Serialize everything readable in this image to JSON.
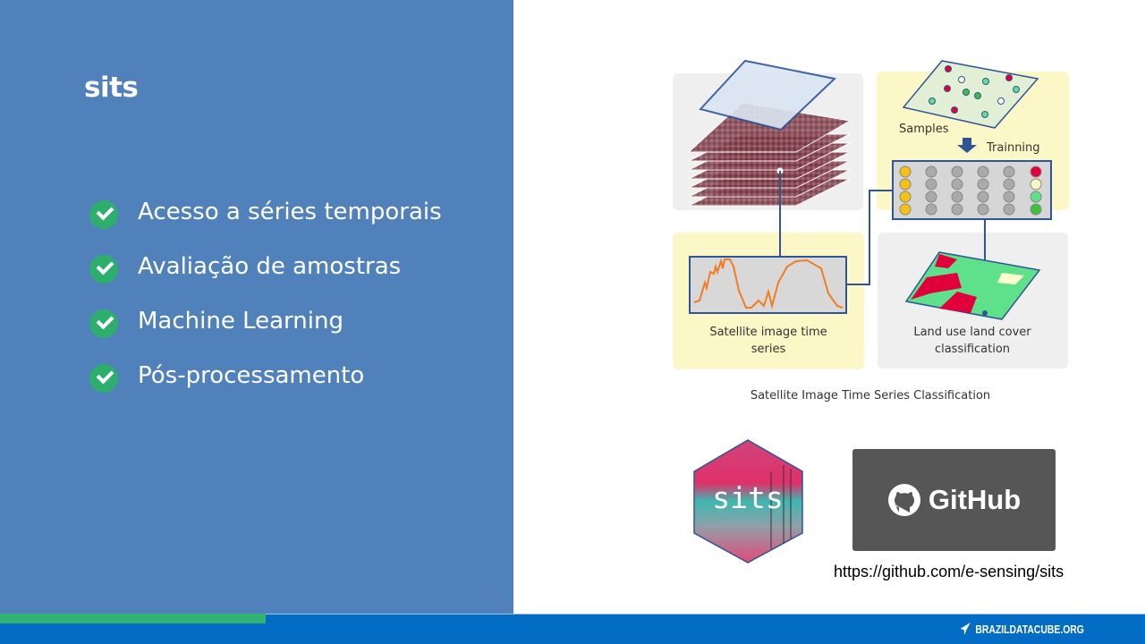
{
  "slide": {
    "title": "sits",
    "bullets": [
      "Acesso a séries temporais",
      "Avaliação de amostras",
      "Machine Learning",
      "Pós-processamento"
    ]
  },
  "diagram": {
    "samples_label": "Samples",
    "training_label": "Trainning",
    "ts_label_line1": "Satellite image time",
    "ts_label_line2": "series",
    "lulc_label_line1": "Land use land cover",
    "lulc_label_line2": "classification",
    "caption": "Satellite Image Time Series Classification"
  },
  "logo": {
    "text": "sits"
  },
  "github": {
    "label": "GitHub",
    "url": "https://github.com/e-sensing/sits"
  },
  "footer": {
    "brand": "BRAZILDATACUBE.ORG"
  },
  "colors": {
    "panel": "#5081bb",
    "check": "#2eae6d",
    "footer": "#036dc5",
    "accent_bar": "#31b472"
  }
}
